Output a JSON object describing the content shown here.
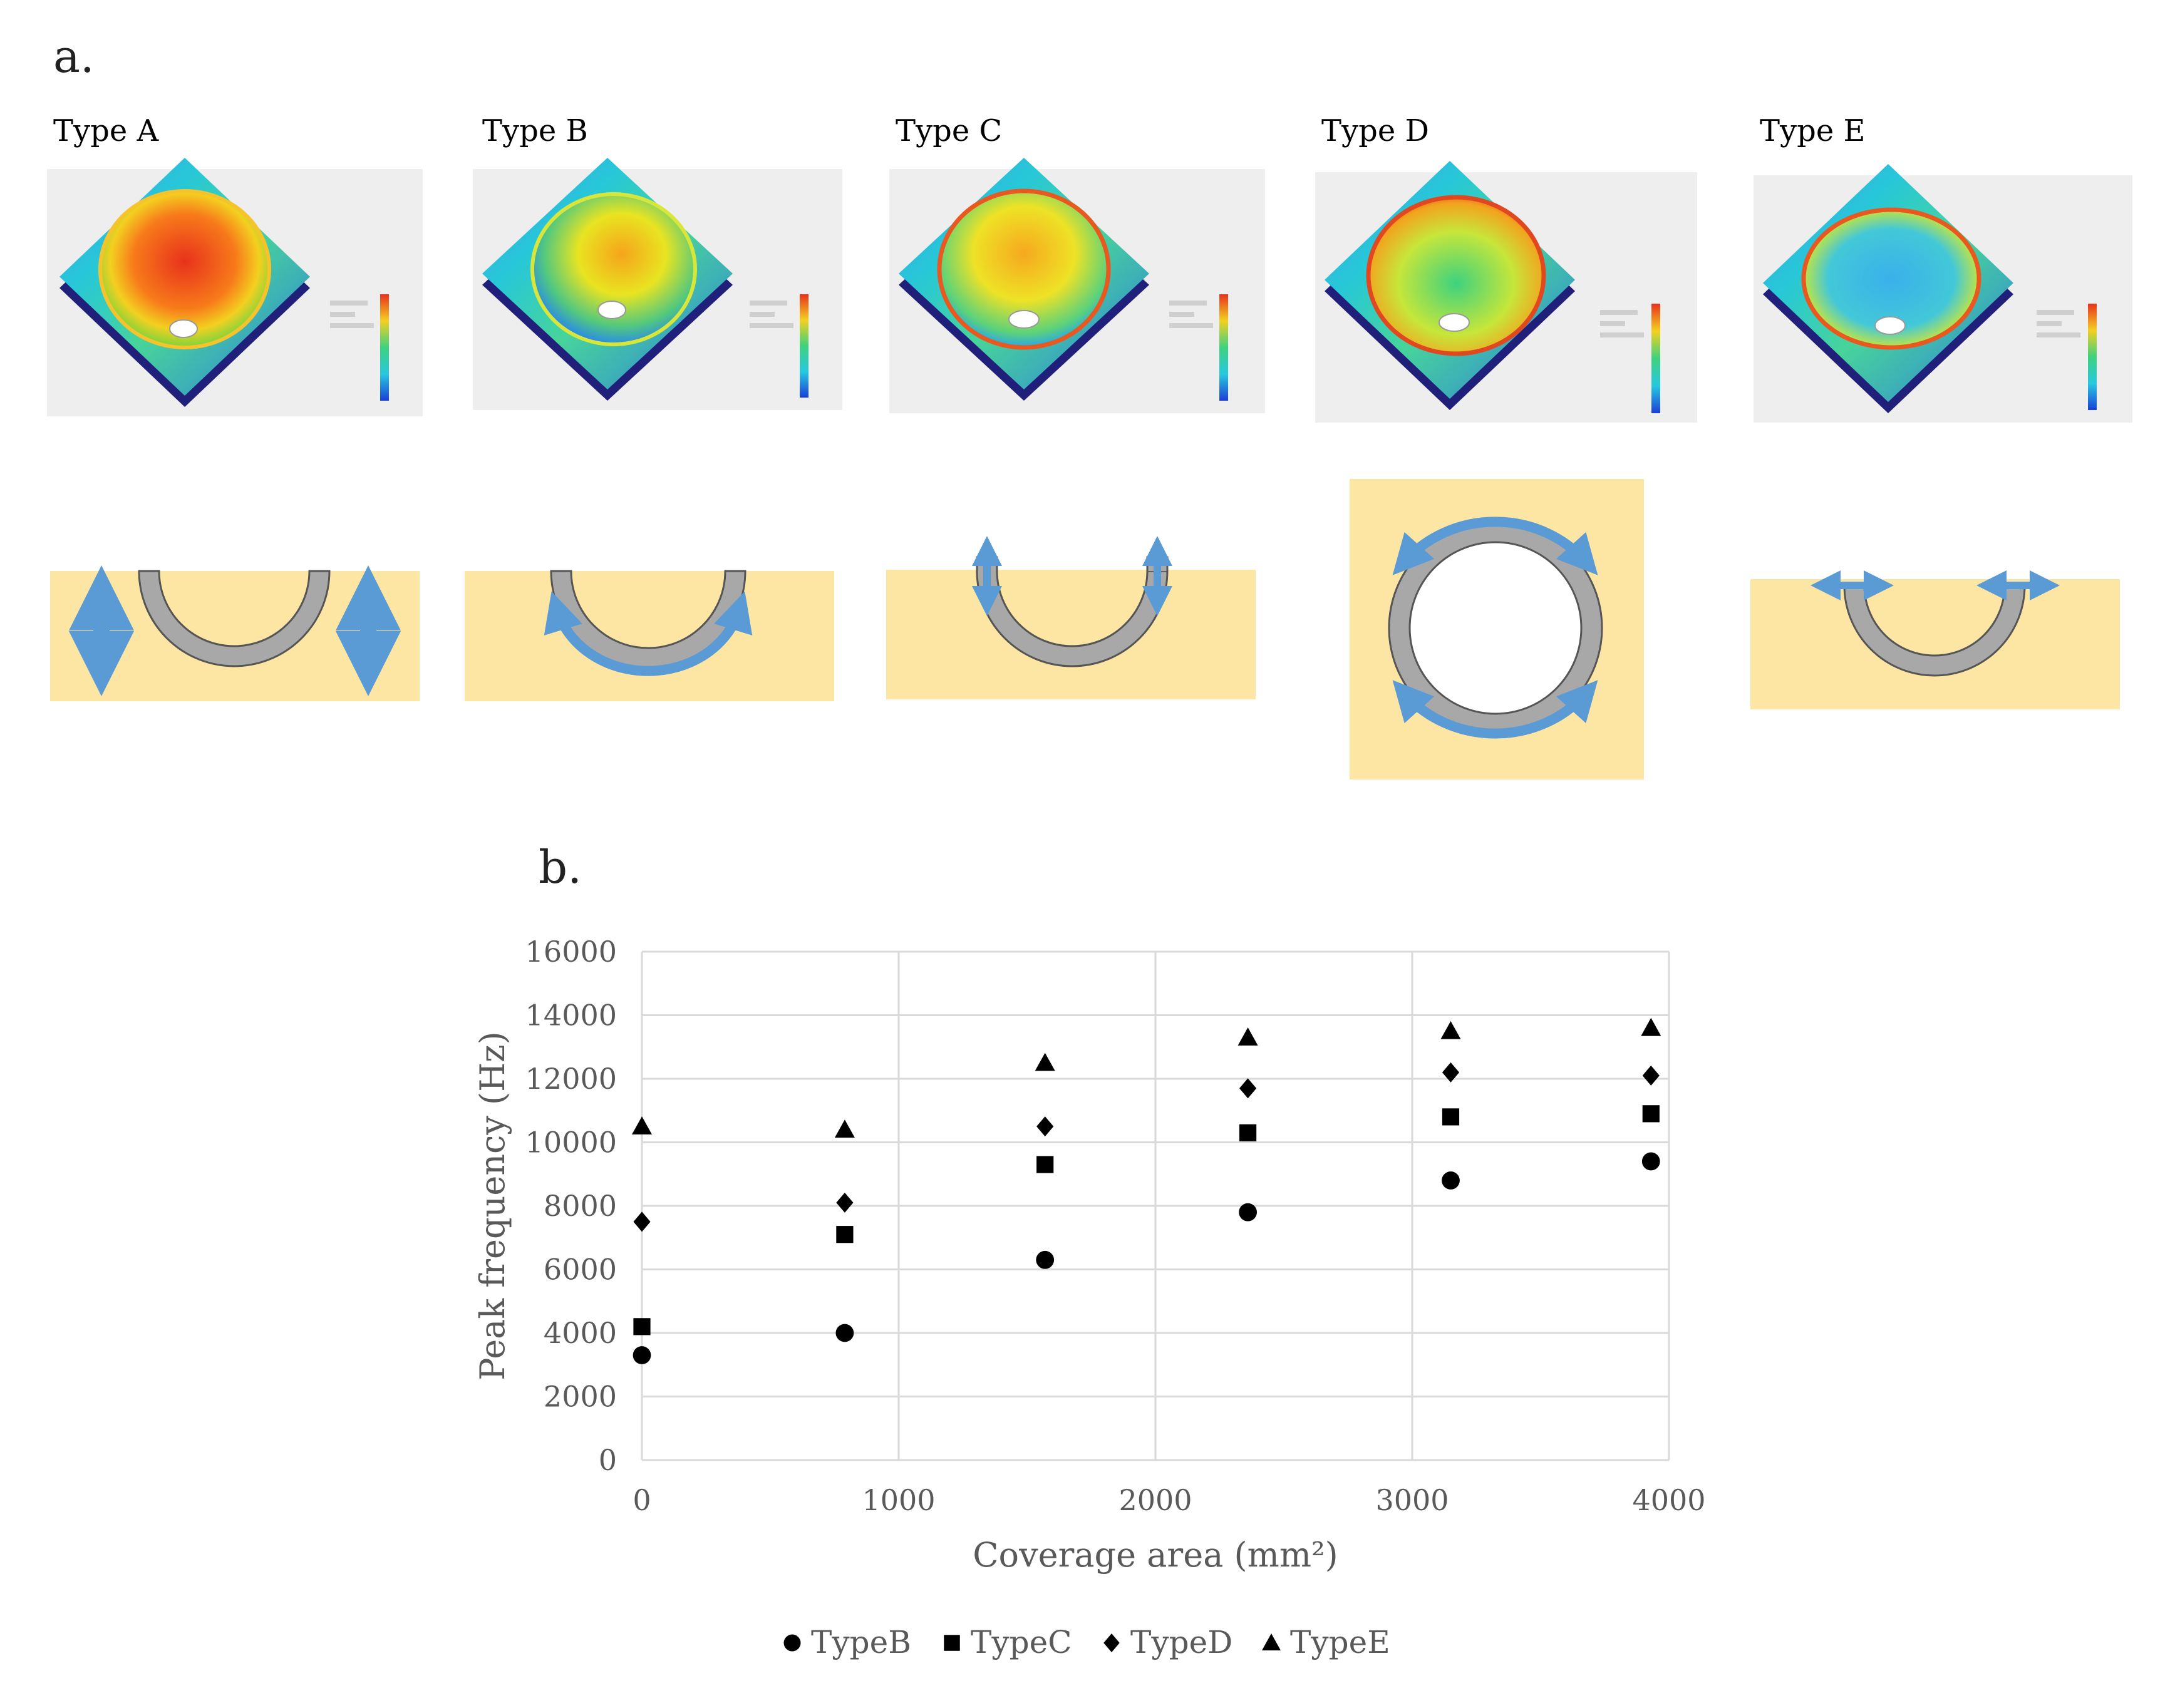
{
  "panel_a": {
    "label": "a.",
    "types": [
      {
        "name": "Type A"
      },
      {
        "name": "Type B"
      },
      {
        "name": "Type C"
      },
      {
        "name": "Type D"
      },
      {
        "name": "Type E"
      }
    ],
    "colors": {
      "membrane_fill": "#fde6a4",
      "ring_gray": "#a8a8a8",
      "arrow_blue": "#5b9bd5",
      "sim_background": "#eeeeee",
      "base_navy": "#20207a"
    }
  },
  "panel_b": {
    "label": "b."
  },
  "chart_data": {
    "type": "scatter",
    "xlabel": "Coverage area (mm²)",
    "ylabel": "Peak frequency (Hz)",
    "xlim": [
      0,
      4000
    ],
    "ylim": [
      0,
      16000
    ],
    "x_ticks": [
      0,
      1000,
      2000,
      3000,
      4000
    ],
    "y_ticks": [
      0,
      2000,
      4000,
      6000,
      8000,
      10000,
      12000,
      14000,
      16000
    ],
    "grid": true,
    "legend_position": "bottom",
    "series": [
      {
        "name": "TypeB",
        "marker": "circle",
        "points": [
          [
            0,
            3300
          ],
          [
            790,
            4000
          ],
          [
            1570,
            6300
          ],
          [
            2360,
            7800
          ],
          [
            3150,
            8800
          ],
          [
            3930,
            9400
          ]
        ]
      },
      {
        "name": "TypeC",
        "marker": "square",
        "points": [
          [
            0,
            4200
          ],
          [
            790,
            7100
          ],
          [
            1570,
            9300
          ],
          [
            2360,
            10300
          ],
          [
            3150,
            10800
          ],
          [
            3930,
            10900
          ]
        ]
      },
      {
        "name": "TypeD",
        "marker": "diamond",
        "points": [
          [
            0,
            7500
          ],
          [
            790,
            8100
          ],
          [
            1570,
            10500
          ],
          [
            2360,
            11700
          ],
          [
            3150,
            12200
          ],
          [
            3930,
            12100
          ]
        ]
      },
      {
        "name": "TypeE",
        "marker": "triangle",
        "points": [
          [
            0,
            10500
          ],
          [
            790,
            10400
          ],
          [
            1570,
            12500
          ],
          [
            2360,
            13300
          ],
          [
            3150,
            13500
          ],
          [
            3930,
            13600
          ]
        ]
      }
    ]
  }
}
